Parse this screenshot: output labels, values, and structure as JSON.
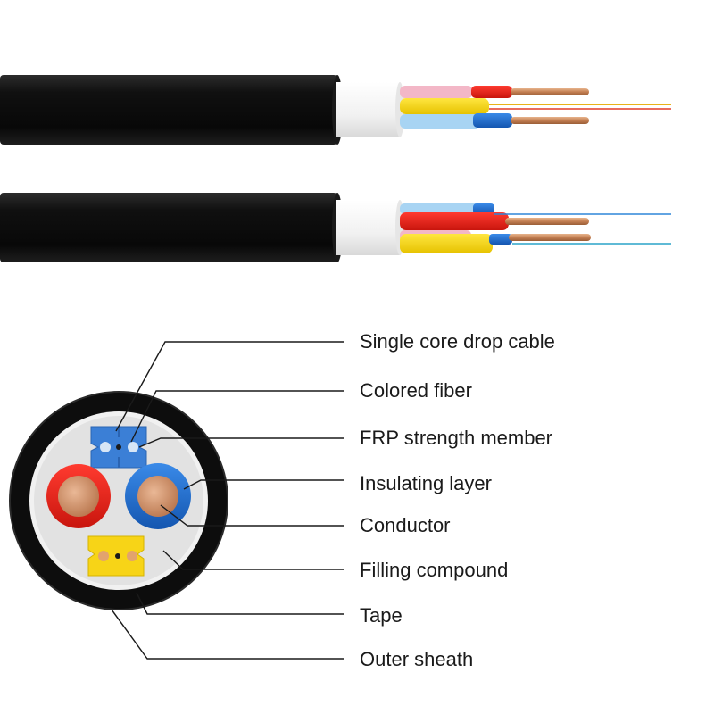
{
  "callouts": [
    {
      "label": "Single core drop cable"
    },
    {
      "label": "Colored fiber"
    },
    {
      "label": "FRP strength member"
    },
    {
      "label": "Insulating layer"
    },
    {
      "label": "Conductor"
    },
    {
      "label": "Filling compound"
    },
    {
      "label": "Tape"
    },
    {
      "label": "Outer sheath"
    }
  ],
  "colors": {
    "sheath": "#0e0e0e",
    "tape": "#f2f2f2",
    "red": "#e2231a",
    "blue": "#1e6fd0",
    "yellow": "#f7d417",
    "copper": "#c98a5e",
    "drop_blue": "#3b7fd6"
  }
}
